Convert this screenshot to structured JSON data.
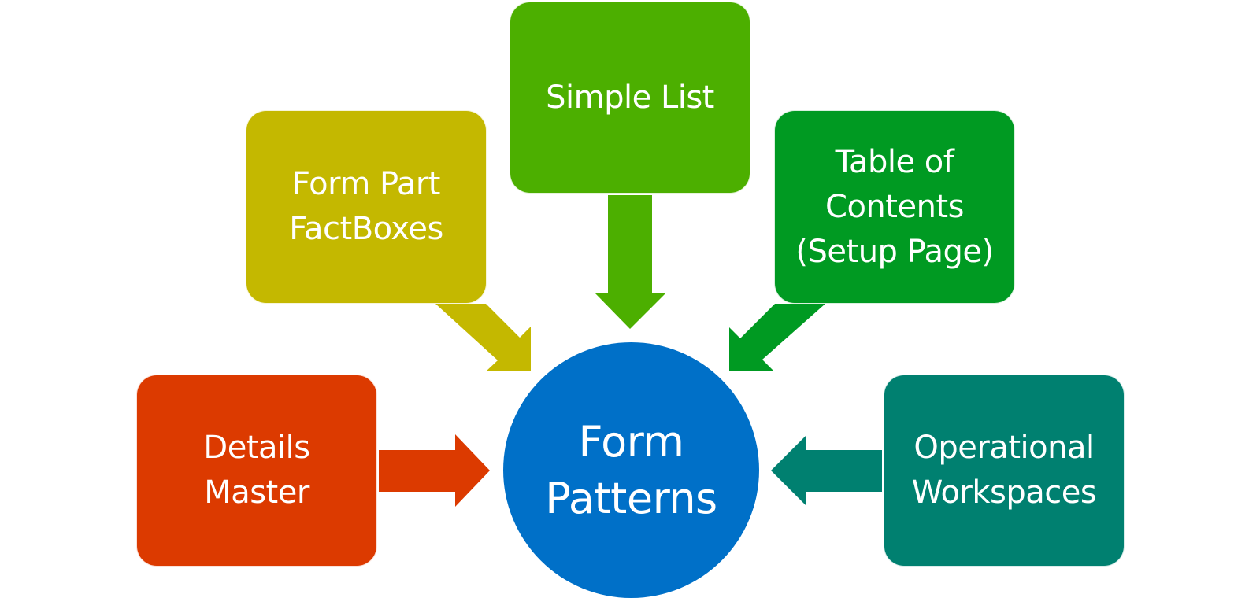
{
  "diagram": {
    "title": "Form Patterns",
    "hub": {
      "label": "Form\nPatterns",
      "color": "#0070C8"
    },
    "nodes": [
      {
        "id": "details-master",
        "label": "Details\nMaster",
        "color": "#DC3A00",
        "arrow_direction": "right"
      },
      {
        "id": "form-part-factboxes",
        "label": "Form Part\nFactBoxes",
        "color": "#C4B800",
        "arrow_direction": "down-right"
      },
      {
        "id": "simple-list",
        "label": "Simple List",
        "color": "#4CAF00",
        "arrow_direction": "down"
      },
      {
        "id": "table-of-contents",
        "label": "Table of\nContents\n(Setup Page)",
        "color": "#009A22",
        "arrow_direction": "down-left"
      },
      {
        "id": "operational-workspaces",
        "label": "Operational\nWorkspaces",
        "color": "#008070",
        "arrow_direction": "left"
      }
    ],
    "edges": [
      {
        "from": "details-master",
        "to": "hub"
      },
      {
        "from": "form-part-factboxes",
        "to": "hub"
      },
      {
        "from": "simple-list",
        "to": "hub"
      },
      {
        "from": "table-of-contents",
        "to": "hub"
      },
      {
        "from": "operational-workspaces",
        "to": "hub"
      }
    ]
  }
}
